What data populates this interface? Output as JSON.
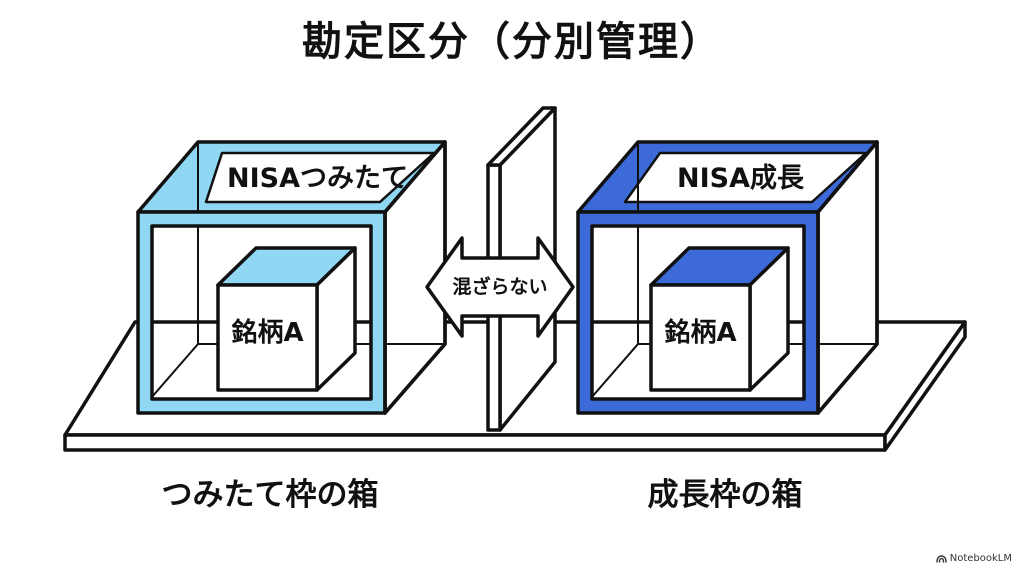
{
  "title": "勘定区分（分別管理）",
  "left_box": {
    "label": "NISAつみたて",
    "inner_label": "銘柄A",
    "caption": "つみたて枠の箱",
    "color": "#8fd7f2"
  },
  "right_box": {
    "label": "NISA成長",
    "inner_label": "銘柄A",
    "caption": "成長枠の箱",
    "color": "#3d6ad9"
  },
  "divider_arrow": {
    "label": "混ざらない"
  },
  "footer": {
    "brand": "NotebookLM"
  }
}
